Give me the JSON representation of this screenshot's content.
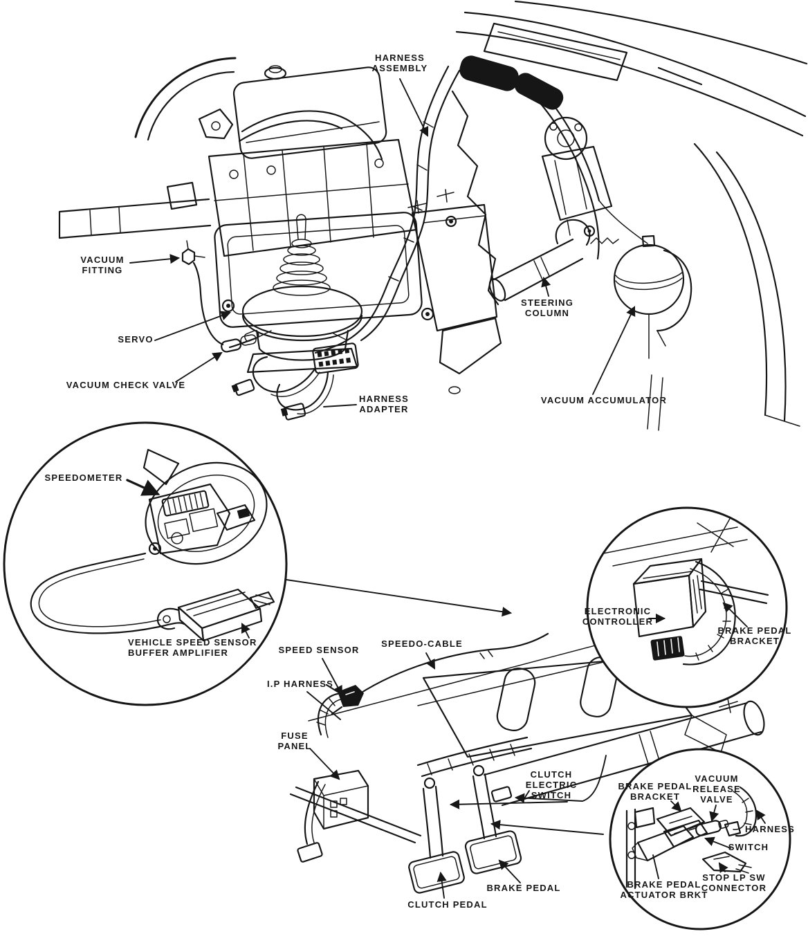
{
  "colors": {
    "ink": "#161616",
    "paper": "#ffffff"
  },
  "eb": {
    "harness_assembly": {
      "lines": [
        "HARNESS",
        "ASSEMBLY"
      ]
    },
    "vacuum_fitting": {
      "lines": [
        "VACUUM",
        "FITTING"
      ]
    },
    "servo": {
      "lines": [
        "SERVO"
      ]
    },
    "vacuum_check_valve": {
      "lines": [
        "VACUUM CHECK VALVE"
      ]
    },
    "harness_adapter": {
      "lines": [
        "HARNESS",
        "ADAPTER"
      ]
    },
    "steering_column": {
      "lines": [
        "STEERING",
        "COLUMN"
      ]
    },
    "vacuum_accumulator": {
      "lines": [
        "VACUUM ACCUMULATOR"
      ]
    }
  },
  "sp": {
    "speedometer": {
      "lines": [
        "SPEEDOMETER"
      ]
    },
    "buffer_amplifier": {
      "lines": [
        "VEHICLE SPEED SENSOR",
        "BUFFER AMPLIFIER"
      ]
    }
  },
  "ec": {
    "electronic_controller": {
      "lines": [
        "ELECTRONIC",
        "CONTROLLER"
      ]
    },
    "brake_pedal_bracket": {
      "lines": [
        "BRAKE PEDAL",
        "BRACKET"
      ]
    }
  },
  "pa": {
    "speed_sensor": {
      "lines": [
        "SPEED SENSOR"
      ]
    },
    "speedo_cable": {
      "lines": [
        "SPEEDO-CABLE"
      ]
    },
    "ip_harness": {
      "lines": [
        "I.P HARNESS"
      ]
    },
    "fuse_panel": {
      "lines": [
        "FUSE",
        "PANEL"
      ]
    },
    "clutch_electric_switch": {
      "lines": [
        "CLUTCH",
        "ELECTRIC",
        "SWITCH"
      ]
    },
    "brake_pedal": {
      "lines": [
        "BRAKE PEDAL"
      ]
    },
    "clutch_pedal": {
      "lines": [
        "CLUTCH PEDAL"
      ]
    }
  },
  "sw": {
    "brake_pedal_bracket": {
      "lines": [
        "BRAKE PEDAL",
        "BRACKET"
      ]
    },
    "vacuum_release_valve": {
      "lines": [
        "VACUUM",
        "RELEASE",
        "VALVE"
      ]
    },
    "harness": {
      "lines": [
        "HARNESS"
      ]
    },
    "switch": {
      "lines": [
        "SWITCH"
      ]
    },
    "stop_lp_sw_connector": {
      "lines": [
        "STOP LP SW",
        "CONNECTOR"
      ]
    },
    "brake_pedal_actuator_brkt": {
      "lines": [
        "BRAKE PEDAL",
        "ACTUATOR BRKT"
      ]
    }
  }
}
